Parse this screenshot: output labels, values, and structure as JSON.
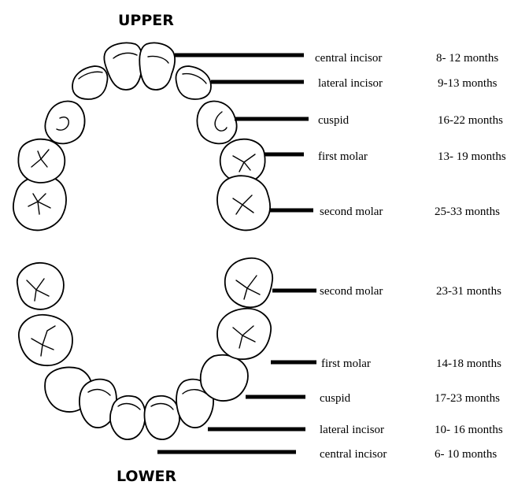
{
  "upper": {
    "heading": "UPPER",
    "teeth": [
      {
        "name": "central incisor",
        "age": "8- 12 months"
      },
      {
        "name": "lateral incisor",
        "age": "9-13 months"
      },
      {
        "name": "cuspid",
        "age": "16-22 months"
      },
      {
        "name": "first molar",
        "age": "13- 19 months"
      },
      {
        "name": "second molar",
        "age": "25-33 months"
      }
    ]
  },
  "lower": {
    "heading": "LOWER",
    "teeth": [
      {
        "name": "second molar",
        "age": "23-31 months"
      },
      {
        "name": "first molar",
        "age": "14-18 months"
      },
      {
        "name": "cuspid",
        "age": "17-23 months"
      },
      {
        "name": "lateral incisor",
        "age": "10- 16 months"
      },
      {
        "name": "central incisor",
        "age": "6- 10 months"
      }
    ]
  }
}
